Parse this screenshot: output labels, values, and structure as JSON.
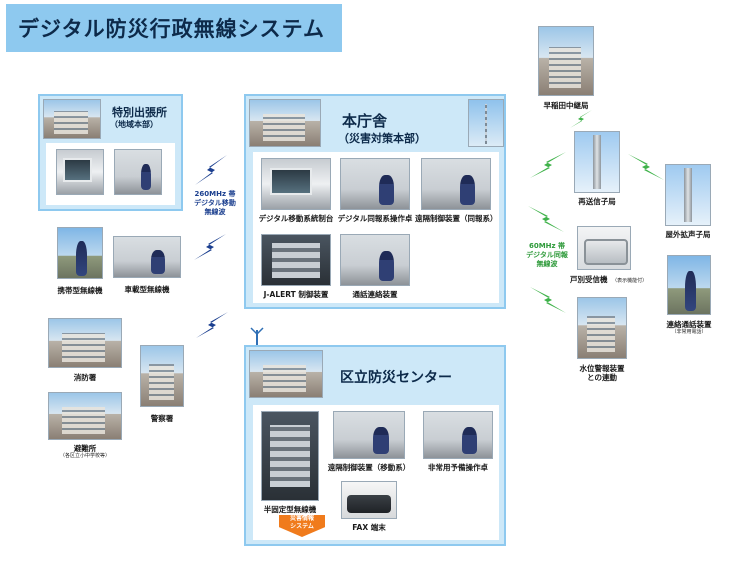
{
  "title": "デジタル防災行政無線システム",
  "main_office": {
    "title": "本庁舎",
    "subtitle": "（災害対策本部）",
    "items": [
      {
        "label": "デジタル移動系統制台"
      },
      {
        "label": "デジタル同報系操作卓"
      },
      {
        "label": "遠隔制御装置（同報系）"
      },
      {
        "label": "J-ALERT 制御装置"
      },
      {
        "label": "通話連絡装置"
      }
    ]
  },
  "special_branch": {
    "title": "特別出張所",
    "subtitle": "（地域本部）"
  },
  "disaster_center": {
    "title": "区立防災センター",
    "items": [
      {
        "label": "半固定型無線機"
      },
      {
        "label": "遠隔制御装置（移動系）"
      },
      {
        "label": "非常用予備操作卓"
      },
      {
        "label": "FAX 端末"
      }
    ],
    "arrow_label": {
      "line1": "災害情報",
      "line2": "システム"
    }
  },
  "left_nodes": [
    {
      "label": "携帯型無線機"
    },
    {
      "label": "車載型無線機"
    },
    {
      "label": "消防署"
    },
    {
      "label": "避難所",
      "sub": "（各区立小中学校等）"
    },
    {
      "label": "警察署"
    }
  ],
  "right_nodes": [
    {
      "label": "早稲田中継局"
    },
    {
      "label": "再送信子局"
    },
    {
      "label": "屋外拡声子局"
    },
    {
      "label": "戸別受信機",
      "sub": "（表示機能付）"
    },
    {
      "label": "連絡通話装置",
      "sub": "（非常用電話）"
    },
    {
      "label": "水位警報装置",
      "label2": "との連動"
    }
  ],
  "frequencies": {
    "mobile": {
      "line1": "260MHz 帯",
      "line2": "デジタル移動",
      "line3": "無線波"
    },
    "broadcast": {
      "line1": "60MHz 帯",
      "line2": "デジタル同報",
      "line3": "無線波"
    }
  },
  "colors": {
    "panel": "#cde8f8",
    "border": "#8ec9ef",
    "blue_wave": "#1b3f8f",
    "green_wave": "#3fb24a",
    "arrow": "#f07b1c"
  }
}
